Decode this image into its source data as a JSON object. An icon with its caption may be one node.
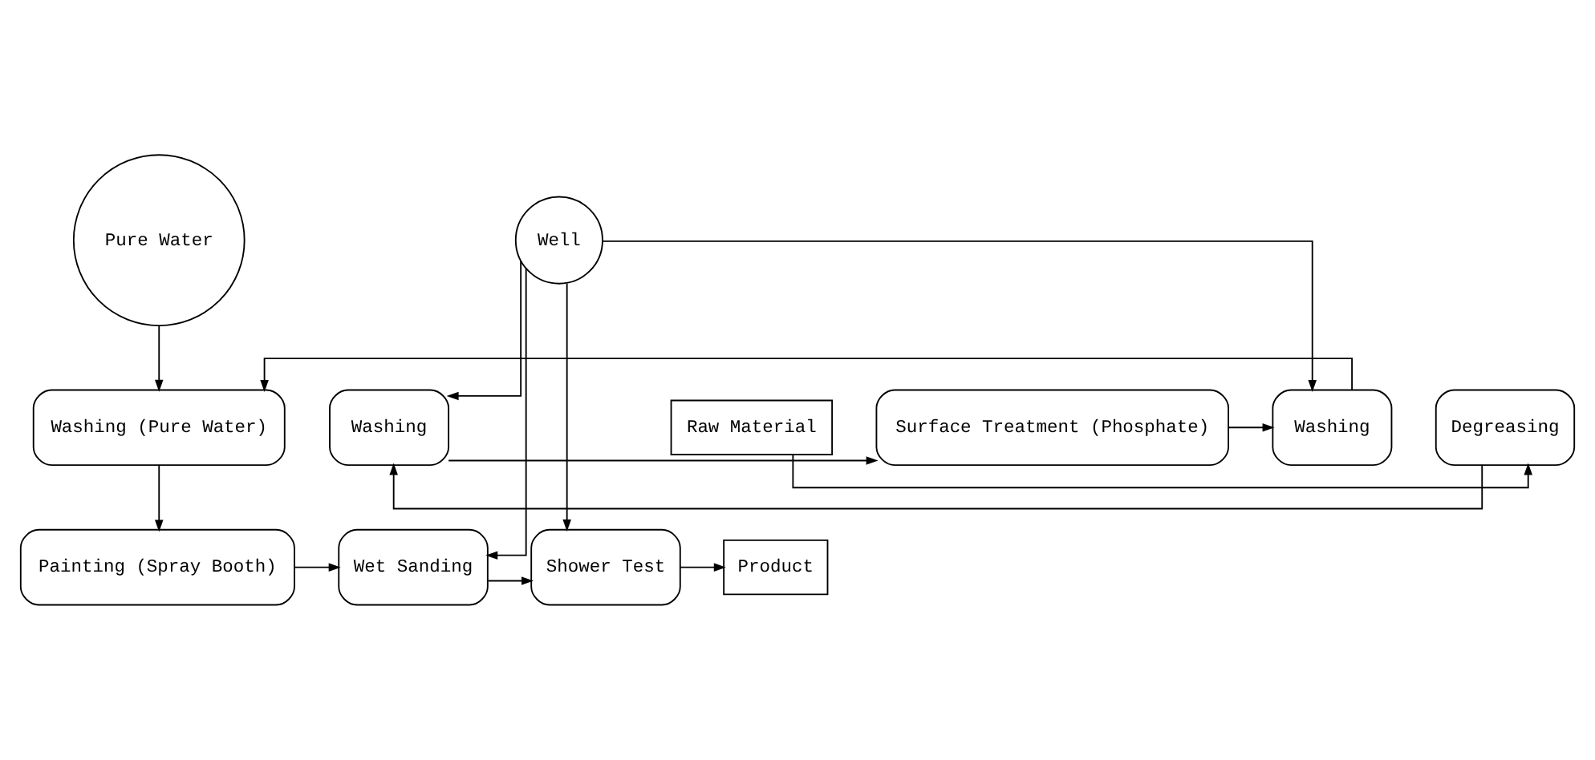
{
  "diagram": {
    "nodes": [
      {
        "text": [
          "Well"
        ]
      },
      {
        "text": [
          "Pure Water"
        ]
      },
      {
        "text": [
          "Raw Material"
        ]
      },
      {
        "text": [
          "Degreasing"
        ]
      },
      {
        "text": [
          "Washing"
        ]
      },
      {
        "text": [
          "Surface Treatment (Phosphate)"
        ]
      },
      {
        "text": [
          "Washing"
        ]
      },
      {
        "text": [
          "Washing (Pure Water)"
        ]
      },
      {
        "text": [
          "Product"
        ]
      },
      {
        "text": [
          "Shower Test"
        ]
      },
      {
        "text": [
          "Wet Sanding"
        ]
      },
      {
        "text": [
          "Painting (Spray Booth)"
        ]
      }
    ],
    "edges": [
      {
        "from": 2,
        "to": 3,
        "arrow": "to"
      },
      {
        "from": 3,
        "to": 4,
        "arrow": "to"
      },
      {
        "from": 4,
        "to": 5,
        "arrow": "to"
      },
      {
        "from": 5,
        "to": 6,
        "arrow": "to"
      },
      {
        "from": 6,
        "to": 7,
        "arrow": "to"
      },
      {
        "from": 7,
        "to": 11,
        "arrow": "to"
      },
      {
        "from": 11,
        "to": 10,
        "arrow": "to"
      },
      {
        "from": 10,
        "to": 9,
        "arrow": "to"
      },
      {
        "from": 9,
        "to": 8,
        "arrow": "to"
      },
      {
        "from": 0,
        "to": 4,
        "arrow": "to"
      },
      {
        "from": 0,
        "to": 6,
        "arrow": "to"
      },
      {
        "from": 0,
        "to": 9,
        "arrow": "to"
      },
      {
        "from": 0,
        "to": 10,
        "arrow": "to"
      },
      {
        "from": 1,
        "to": 7,
        "arrow": "to"
      }
    ]
  }
}
